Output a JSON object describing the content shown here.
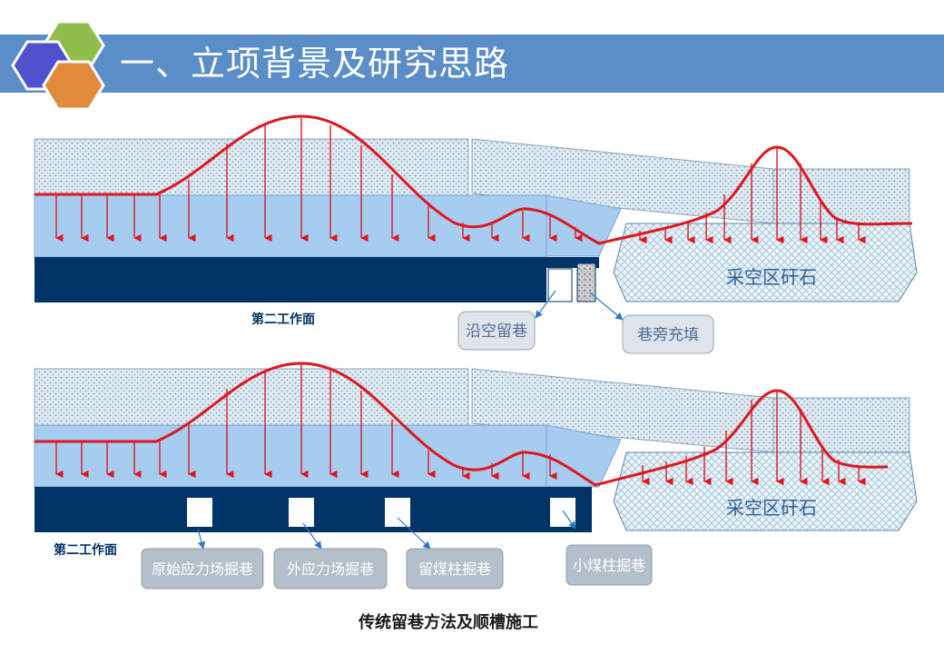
{
  "header": {
    "title": "一、立项背景及研究思路"
  },
  "top_diagram": {
    "workface_label": "第二工作面",
    "goaf_label": "采空区矸石",
    "callouts": [
      "沿空留巷",
      "巷旁充填"
    ]
  },
  "bottom_diagram": {
    "workface_label": "第二工作面",
    "goaf_label": "采空区矸石",
    "callouts": [
      "原始应力场掘巷",
      "外应力场掘巷",
      "留煤柱掘巷",
      "小煤柱掘巷"
    ]
  },
  "caption": "传统留巷方法及顺槽施工",
  "colors": {
    "title_bar": "#5b8dc9",
    "stress_curve": "#e0161e",
    "coal_seam": "#003366",
    "rock_strata": "#c9dbe7",
    "soft_layer": "#a6ccf0",
    "callout_box": "#b3bfcb"
  }
}
